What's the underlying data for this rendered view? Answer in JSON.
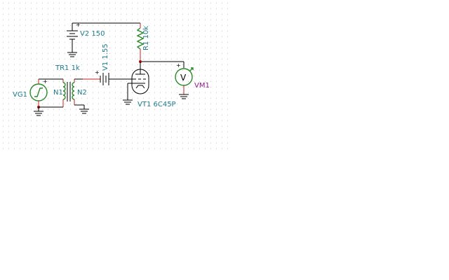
{
  "components": {
    "battery_v2": {
      "label": "V2 150",
      "plus": "+"
    },
    "resistor_r1": {
      "label": "R1 10k"
    },
    "transformer_tr1": {
      "label": "TR1 1k",
      "primary": "N1",
      "secondary": "N2"
    },
    "generator_vg1": {
      "label": "VG1",
      "plus": "+"
    },
    "battery_v1": {
      "label": "V1 1.55",
      "plus": "+"
    },
    "tube_vt1": {
      "label": "VT1 6C45P"
    },
    "voltmeter_vm1": {
      "label": "VM1",
      "symbol": "V",
      "plus": "+"
    }
  },
  "colors": {
    "background": "#ffffff",
    "grid_dot": "#c8c8c8",
    "wire": "#000000",
    "component_label": "#1a7a8a",
    "meter_label": "#8a1a8a",
    "component_body_green": "#2a8a2a",
    "pin_red": "#c82020",
    "node": "#b01010"
  }
}
